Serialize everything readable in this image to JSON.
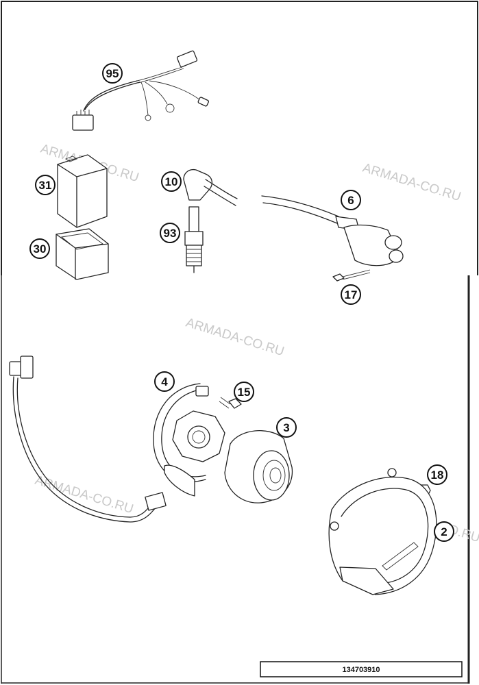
{
  "watermark": "ARMADA-CO.RU",
  "reference_number": "134703910",
  "callouts": [
    {
      "id": "95"
    },
    {
      "id": "31"
    },
    {
      "id": "10"
    },
    {
      "id": "6"
    },
    {
      "id": "93"
    },
    {
      "id": "30"
    },
    {
      "id": "17"
    },
    {
      "id": "4"
    },
    {
      "id": "15"
    },
    {
      "id": "3"
    },
    {
      "id": "18"
    },
    {
      "id": "2"
    }
  ]
}
